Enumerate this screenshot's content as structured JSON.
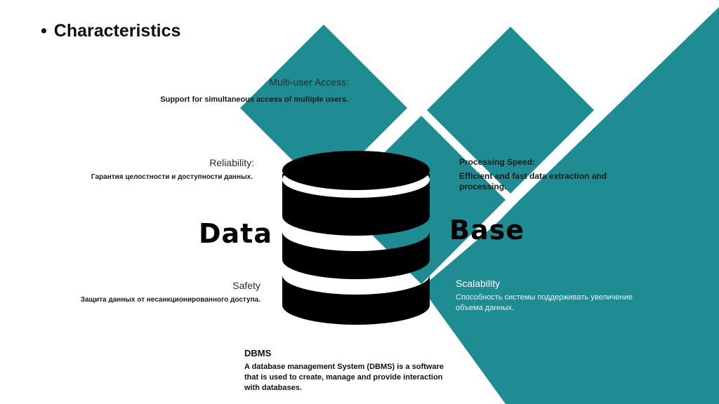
{
  "slide": {
    "title": "Characteristics",
    "bullet": "•",
    "colors": {
      "teal": "#1f8c94",
      "dark": "#000000",
      "bg": "#ffffff"
    },
    "items": {
      "multi_user": {
        "heading": "Multi-user Access:",
        "text": "Support for simultaneous access of multiple users."
      },
      "reliability": {
        "heading": "Reliability:",
        "text": "Гарантия целостности и доступности данных."
      },
      "processing": {
        "heading": "Processing Speed:",
        "text": "Efficient and fast data extraction and processing."
      },
      "safety": {
        "heading": "Safety",
        "text": "Защита данных от несанкционированного доступа."
      },
      "scalability": {
        "heading": "Scalability",
        "text": "Способность системы поддерживать увеличение объема данных."
      }
    },
    "word_left": "Data",
    "word_right": "Base",
    "database_icon": "database-cylinder-icon",
    "dbms": {
      "heading": "DBMS",
      "text": "A database management System (DBMS) is a software that is used to create, manage and provide interaction with databases."
    }
  }
}
